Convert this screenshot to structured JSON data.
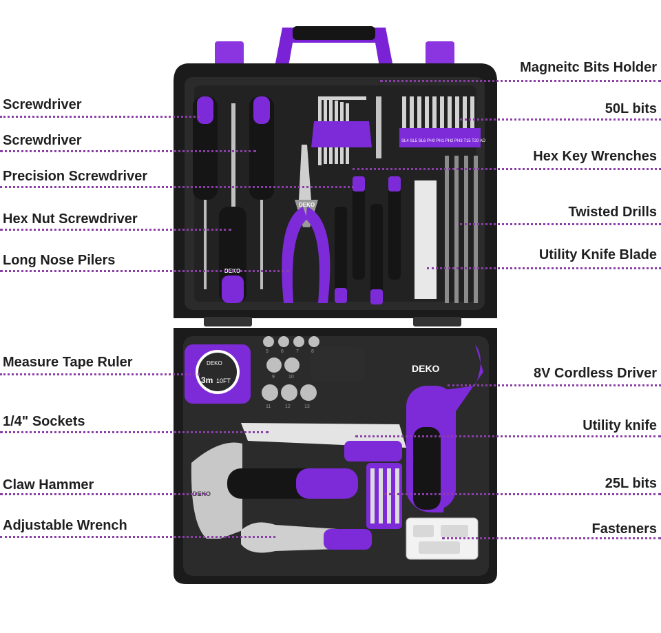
{
  "labels_left": [
    {
      "id": "screwdriver-1",
      "text": "Screwdriver"
    },
    {
      "id": "screwdriver-2",
      "text": "Screwdriver"
    },
    {
      "id": "precision-screwdriver",
      "text": "Precision Screwdriver"
    },
    {
      "id": "hex-nut-screwdriver",
      "text": "Hex Nut Screwdriver"
    },
    {
      "id": "long-nose-pliers",
      "text": "Long Nose Pilers"
    },
    {
      "id": "measure-tape-ruler",
      "text": "Measure Tape Ruler"
    },
    {
      "id": "sockets",
      "text": "1/4\" Sockets"
    },
    {
      "id": "claw-hammer",
      "text": "Claw Hammer"
    },
    {
      "id": "adjustable-wrench",
      "text": "Adjustable Wrench"
    }
  ],
  "labels_right": [
    {
      "id": "magnetic-bits-holder",
      "text": "Magneitc Bits Holder"
    },
    {
      "id": "50l-bits",
      "text": "50L bits"
    },
    {
      "id": "hex-key-wrenches",
      "text": "Hex Key Wrenches"
    },
    {
      "id": "twisted-drills",
      "text": "Twisted Drills"
    },
    {
      "id": "utility-knife-blade",
      "text": "Utility Knife Blade"
    },
    {
      "id": "cordless-driver",
      "text": "8V Cordless Driver"
    },
    {
      "id": "utility-knife",
      "text": "Utility knife"
    },
    {
      "id": "25l-bits",
      "text": "25L bits"
    },
    {
      "id": "fasteners",
      "text": "Fasteners"
    }
  ],
  "tool_text": {
    "brand_pliers": "DEKO",
    "brand_driver": "DEKO",
    "brand_tape": "DEKO",
    "tape_size": "3m",
    "tape_size_ft": "10FT",
    "brand_hammer": "DEKO",
    "brand_screwdriver": "DEKO",
    "bit_labels": "SL4 SL5 SL6 PH0 PH1 PH2 PH3 T15 T20 AD",
    "socket_sizes_row1": [
      "5",
      "6",
      "7",
      "8"
    ],
    "socket_sizes_row2": [
      "9",
      "10"
    ],
    "socket_sizes_row3": [
      "11",
      "12",
      "13"
    ]
  },
  "colors": {
    "accent": "#8a2be2",
    "case": "#1a1a1a",
    "case_inner": "#2a2a2a",
    "leader": "#8a3fa8",
    "label": "#1f1f1f"
  }
}
